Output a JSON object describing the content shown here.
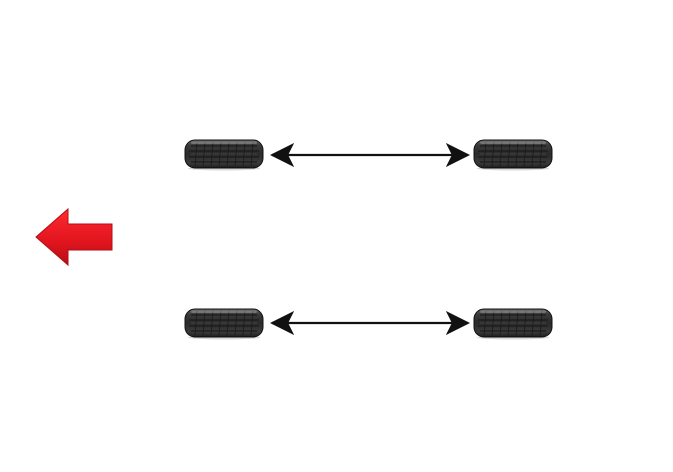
{
  "diagram": {
    "description_visible_text": "",
    "tire_count": 4,
    "double_arrow_count": 2,
    "direction_indicator": "left",
    "colors": {
      "background": "#ffffff",
      "tire_dark": "#2b2b2b",
      "tire_mid": "#5a5a5a",
      "tire_light": "#9a9a9a",
      "connector": "#111111",
      "direction_arrow": "#e0141e",
      "direction_arrow_shadow": "#9d0c12"
    },
    "icons": {
      "tire": "tire-icon",
      "double_arrow": "double-arrow-icon",
      "direction_arrow": "left-arrow-icon"
    }
  }
}
